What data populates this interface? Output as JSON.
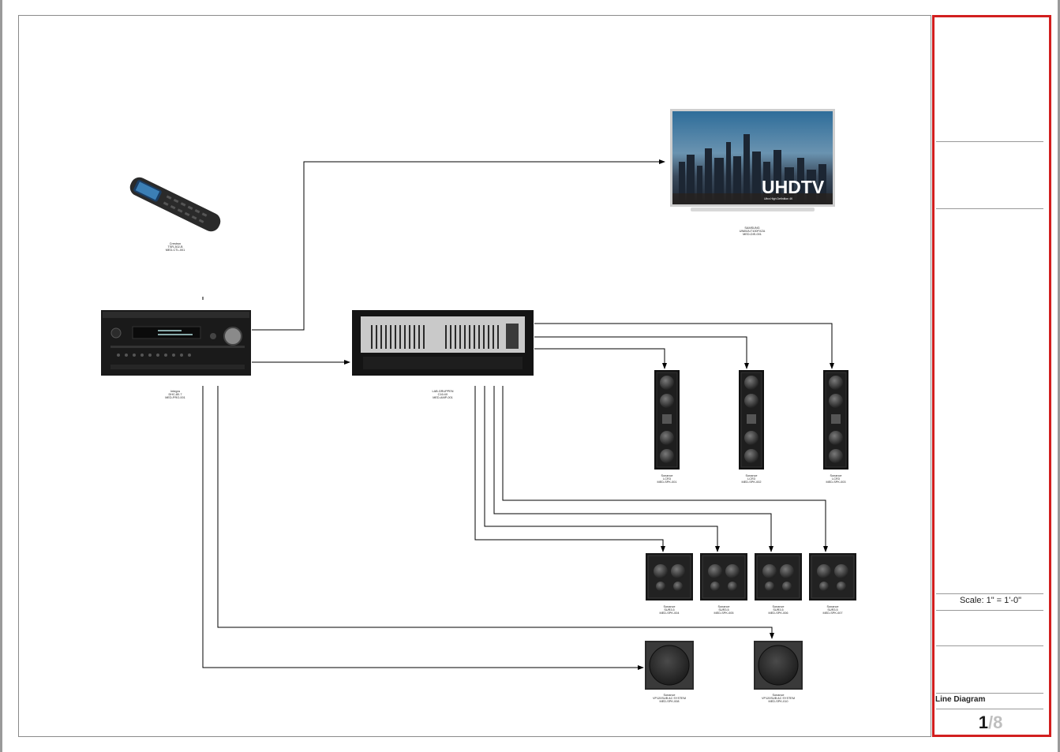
{
  "devices": {
    "remote": {
      "lines": [
        "Crestron",
        "TSR-302-B",
        "MED-CTL-001"
      ]
    },
    "tv": {
      "lines": [
        "SAMSUNG",
        "UN65JU7100FXZA",
        "MED-DIS-001"
      ],
      "badge": "UHDTV",
      "badge_sub": "Ultra High Definition 4K"
    },
    "receiver": {
      "lines": [
        "Integra",
        "DHC-80.7",
        "MED-PRO-001"
      ]
    },
    "amplifier": {
      "lines": [
        "LAB.GRUPPEN",
        "C16:4X",
        "MED-AMP-001"
      ]
    },
    "lcr_speakers": [
      {
        "lines": [
          "Sonance",
          "LCR3",
          "MED-SPK-001"
        ]
      },
      {
        "lines": [
          "Sonance",
          "LCR3",
          "MED-SPK-002"
        ]
      },
      {
        "lines": [
          "Sonance",
          "LCR3",
          "MED-SPK-003"
        ]
      }
    ],
    "surround_speakers": [
      {
        "lines": [
          "Sonance",
          "SUR3.5",
          "MED-SPK-004"
        ]
      },
      {
        "lines": [
          "Sonance",
          "SUR3.5",
          "MED-SPK-005"
        ]
      },
      {
        "lines": [
          "Sonance",
          "SUR3.5",
          "MED-SPK-006"
        ]
      },
      {
        "lines": [
          "Sonance",
          "SUR3.5",
          "MED-SPK-007"
        ]
      }
    ],
    "subwoofers": [
      {
        "lines": [
          "Sonance",
          "VP120SUB AC SYSTEM",
          "MED-SPK-008"
        ]
      },
      {
        "lines": [
          "Sonance",
          "VP120SUB AC SYSTEM",
          "MED-SPK-010"
        ]
      }
    ]
  },
  "title_block": {
    "scale": "Scale: 1\" = 1'-0\"",
    "title": "Line Diagram",
    "page_current": "1",
    "page_separator": "/",
    "page_total": "8"
  },
  "colors": {
    "titleblock_border": "#d21f1f",
    "wire": "#000000"
  }
}
